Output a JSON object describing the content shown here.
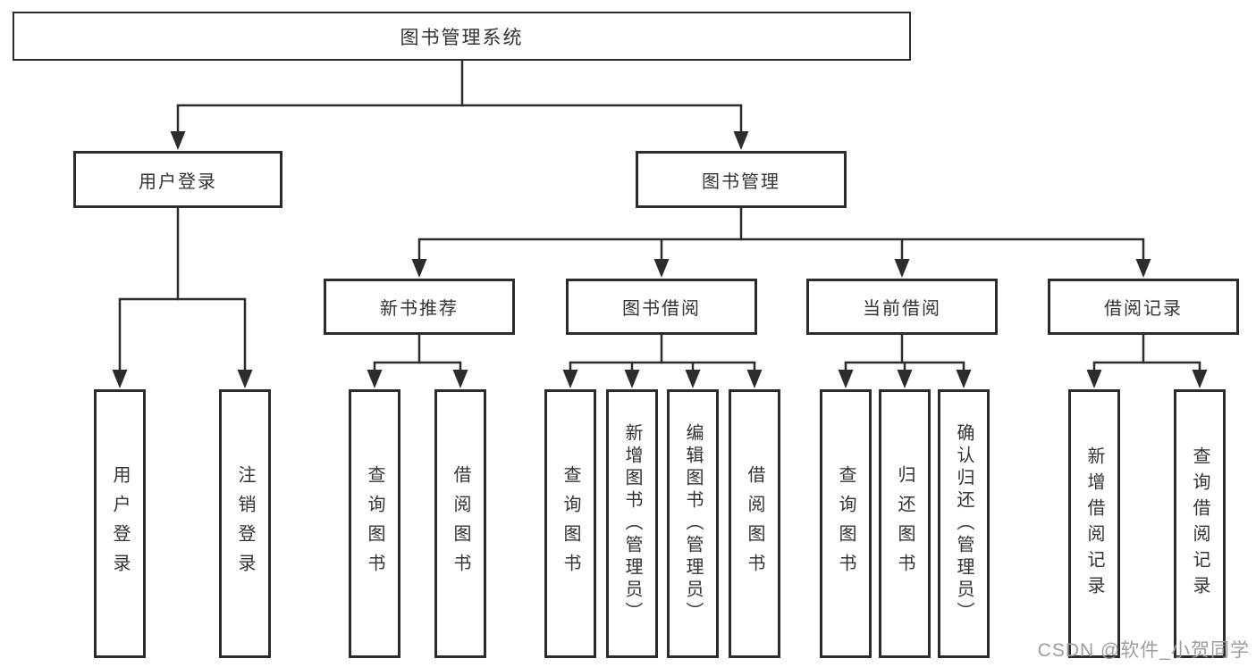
{
  "tree": {
    "root": {
      "label": "图书管理系统",
      "children": [
        {
          "label": "用户登录",
          "children": [
            {
              "label": "用户登录"
            },
            {
              "label": "注销登录"
            }
          ]
        },
        {
          "label": "图书管理",
          "children": [
            {
              "label": "新书推荐",
              "children": [
                {
                  "label": "查询图书"
                },
                {
                  "label": "借阅图书"
                }
              ]
            },
            {
              "label": "图书借阅",
              "children": [
                {
                  "label": "查询图书"
                },
                {
                  "label": "新增图书（管理员）"
                },
                {
                  "label": "编辑图书（管理员）"
                },
                {
                  "label": "借阅图书"
                }
              ]
            },
            {
              "label": "当前借阅",
              "children": [
                {
                  "label": "查询图书"
                },
                {
                  "label": "归还图书"
                },
                {
                  "label": "确认归还（管理员）"
                }
              ]
            },
            {
              "label": "借阅记录",
              "children": [
                {
                  "label": "新增借阅记录"
                },
                {
                  "label": "查询借阅记录"
                }
              ]
            }
          ]
        }
      ]
    }
  },
  "watermark": "CSDN @软件_小贺同学",
  "colors": {
    "line": "#2c2c2c",
    "text": "#333333",
    "background": "#ffffff",
    "watermark": "#9d9d9d"
  }
}
